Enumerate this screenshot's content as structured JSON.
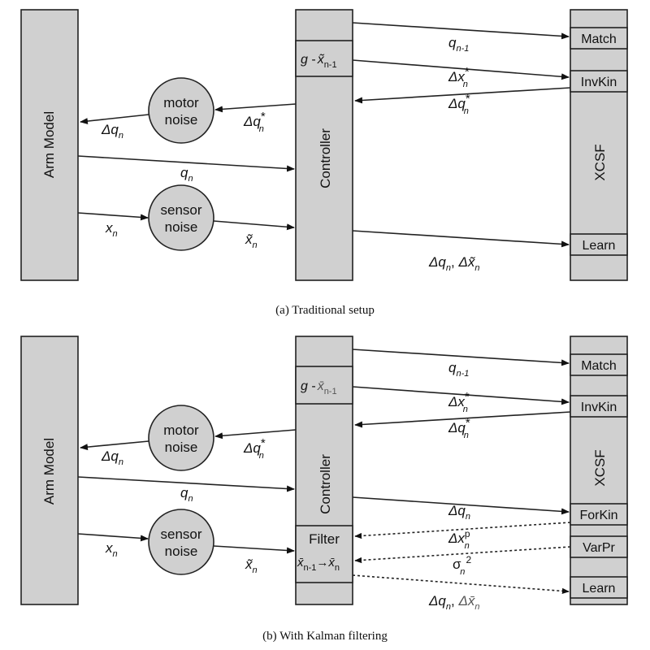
{
  "panel_a": {
    "caption": "(a)  Traditional setup",
    "arm_model": "Arm Model",
    "controller": "Controller",
    "xcsf": "XCSF",
    "goal": {
      "g": "g",
      "op": " -",
      "var": "x̃",
      "sub": "n-1"
    },
    "modules": {
      "match": "Match",
      "invkin": "InvKin",
      "learn": "Learn"
    },
    "motor_noise": [
      "motor",
      "noise"
    ],
    "sensor_noise": [
      "sensor",
      "noise"
    ],
    "arrows": {
      "q_prev": {
        "sym": "q",
        "sub": "n-1"
      },
      "dx_star": {
        "sym": "Δx",
        "sup": "*",
        "sub": "n"
      },
      "dq_star_in": {
        "sym": "Δq",
        "sup": "*",
        "sub": "n"
      },
      "dq_star_out": {
        "sym": "Δq",
        "sup": "*",
        "sub": "n"
      },
      "dq_arm": {
        "sym": "Δq",
        "sub": "n"
      },
      "q_n": {
        "sym": "q",
        "sub": "n"
      },
      "x_n": {
        "sym": "x",
        "sub": "n"
      },
      "x_tilde": {
        "sym": "x̃",
        "sub": "n"
      },
      "learn_label": {
        "s1": "Δq",
        "sub1": "n",
        "sep": ", ",
        "s2": "Δx̃",
        "sub2": "n"
      }
    }
  },
  "panel_b": {
    "caption": "(b)  With Kalman filtering",
    "arm_model": "Arm Model",
    "controller": "Controller",
    "xcsf": "XCSF",
    "goal": {
      "g": "g",
      "op": " -",
      "var": "x̄",
      "sub": "n-1"
    },
    "filter": {
      "label": "Filter",
      "from": "x̄",
      "from_sub": "n-1",
      "arrow": "→",
      "to": "x̄",
      "to_sub": "n"
    },
    "modules": {
      "match": "Match",
      "invkin": "InvKin",
      "forkin": "ForKin",
      "varpr": "VarPr",
      "learn": "Learn"
    },
    "motor_noise": [
      "motor",
      "noise"
    ],
    "sensor_noise": [
      "sensor",
      "noise"
    ],
    "arrows": {
      "q_prev": {
        "sym": "q",
        "sub": "n-1"
      },
      "dx_star": {
        "sym": "Δx",
        "sup": "*",
        "sub": "n"
      },
      "dq_star_in": {
        "sym": "Δq",
        "sup": "*",
        "sub": "n"
      },
      "dq_star_out": {
        "sym": "Δq",
        "sup": "*",
        "sub": "n"
      },
      "dq_arm": {
        "sym": "Δq",
        "sub": "n"
      },
      "q_n": {
        "sym": "q",
        "sub": "n"
      },
      "x_n": {
        "sym": "x",
        "sub": "n"
      },
      "x_tilde": {
        "sym": "x̃",
        "sub": "n"
      },
      "dq_forkin": {
        "sym": "Δq",
        "sub": "n"
      },
      "dx_p": {
        "sym": "Δx",
        "sup": "p",
        "sub": "n"
      },
      "sigma": {
        "sym": "σ",
        "sup": "2",
        "sub": "n"
      },
      "learn_label": {
        "s1": "Δq",
        "sub1": "n",
        "sep": ", ",
        "s2": "Δx̄",
        "sub2": "n"
      }
    }
  }
}
